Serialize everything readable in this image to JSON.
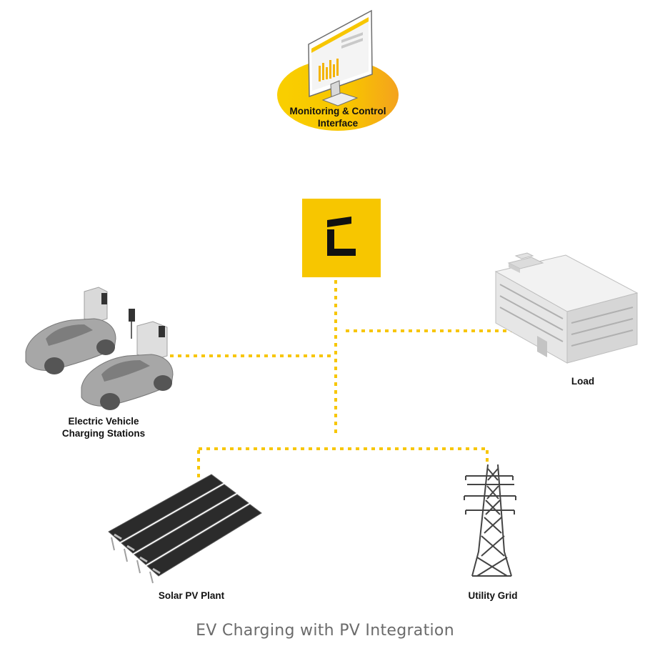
{
  "colors": {
    "accent_yellow": "#f7c600",
    "line_blue": "#1fb2dc",
    "line_green": "#a6c83a",
    "device_gray": "#9a9a9a",
    "text_dark": "#111111",
    "caption_gray": "#6b6b6b"
  },
  "nodes": {
    "monitoring": {
      "label_line1": "Monitoring & Control",
      "label_line2": "Interface",
      "icon": "monitor-icon"
    },
    "controller": {
      "icon": "e-logo-icon"
    },
    "load": {
      "label": "Load",
      "icon": "building-icon"
    },
    "ev": {
      "label_line1": "Electric Vehicle",
      "label_line2": "Charging Stations",
      "icon": "electric-car-icon"
    },
    "solar": {
      "label": "Solar PV Plant",
      "icon": "solar-panel-icon"
    },
    "grid": {
      "label": "Utility Grid",
      "icon": "transmission-tower-icon"
    }
  },
  "caption": "EV Charging with PV Integration"
}
